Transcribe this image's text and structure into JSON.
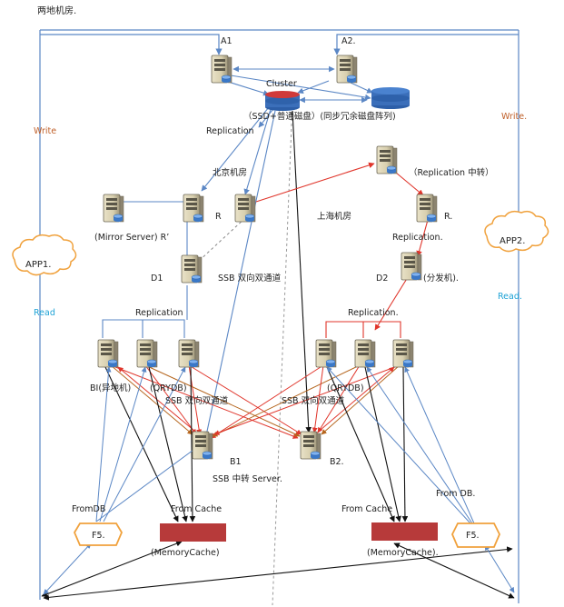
{
  "title": "两地机房.",
  "labels": {
    "a1": "A1",
    "a2": "A2.",
    "cluster": "Cluster",
    "disk_note": "（SSD+普通磁盘）(同步冗余磁盘阵列)",
    "write_left": "Write",
    "write_right": "Write.",
    "replication_top": "Replication",
    "beijing": "北京机房",
    "replication_relay": "（Replication 中转）",
    "mirror_server": "(Mirror Server) R’",
    "r_left": "R",
    "shanghai": "上海机房",
    "r_right": "R.",
    "replication_right": "Replication.",
    "app1": "APP1.",
    "app2": "APP2.",
    "read_left": "Read",
    "read_right": "Read.",
    "d1": "D1",
    "ssb_channel_top": "SSB 双向双通道",
    "d2": "D2",
    "distributor": "(分发机).",
    "replication_mid_left": "Replication",
    "replication_mid_right": "Replication.",
    "bi_remote": "BI(异地机)",
    "qrydb_left": "(QRYDB)",
    "qrydb_right": "(QRYDB)",
    "ssb_channel_left": "SSB 双向双通道",
    "ssb_channel_right": "SSB 双向双通道",
    "b1": "B1",
    "b2": "B2.",
    "ssb_relay_server": "SSB 中转 Server.",
    "from_db_left": "FromDB",
    "from_cache_left": "From Cache",
    "from_cache_right": "From Cache",
    "from_db_right": "From DB.",
    "f5_left": "F5.",
    "f5_right": "F5.",
    "memcache_left": "(MemoryCache)",
    "memcache_right": "(MemoryCache)."
  },
  "colors": {
    "blue_line": "#5b87c5",
    "red_line": "#e0352b",
    "black_line": "#111111",
    "brown_line": "#b5651d",
    "cache_block": "#b73a3a",
    "cloud_stroke": "#f0a13c",
    "f5_stroke": "#f0a13c",
    "disk_red": "#d03a3a",
    "disk_blue": "#2d5fa8"
  },
  "icons": {
    "server": "server-icon",
    "disk_array": "disk-array-icon",
    "cloud": "cloud-icon"
  }
}
